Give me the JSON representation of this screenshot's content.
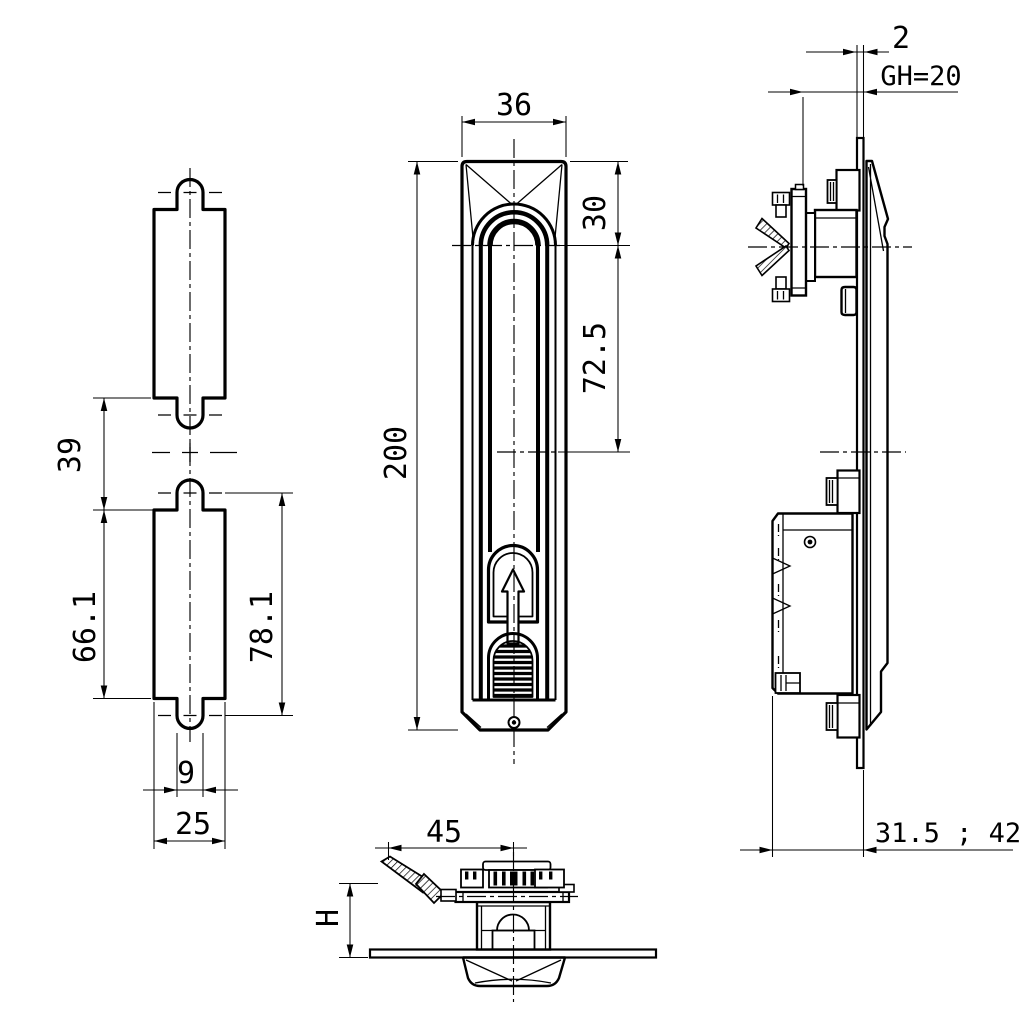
{
  "drawing": {
    "background": "#ffffff",
    "line_color": "#000000",
    "dims": {
      "front_width": "36",
      "front_height": "200",
      "front_top_offset": "30",
      "front_axis_offset": "72.5",
      "cutout_gap": "39",
      "cutout_height": "66.1",
      "cutout_pitch": "78.1",
      "cutout_slot_width": "9",
      "cutout_width": "25",
      "door_thickness": "2",
      "grip_height": "GH=20",
      "mount_depth": "31.5 ; 42",
      "lever_length": "45",
      "handle_height": "H"
    }
  }
}
